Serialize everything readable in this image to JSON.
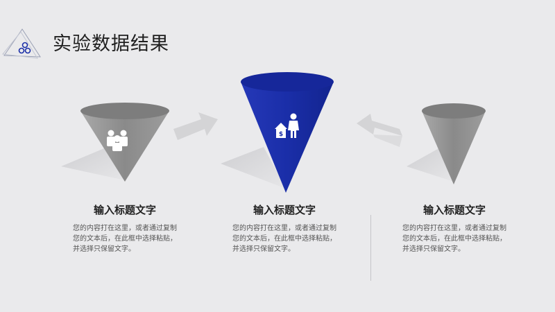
{
  "slide": {
    "title": "实验数据结果"
  },
  "items": [
    {
      "title": "输入标题文字",
      "desc": "您的内容打在这里，或者通过复制您的文本后，在此框中选择粘贴，并选择只保留文字。",
      "icon": "group-people-icon",
      "cone_color": "#8f8f8f"
    },
    {
      "title": "输入标题文字",
      "desc": "您的内容打在这里，或者通过复制您的文本后，在此框中选择粘贴，并选择只保留文字。",
      "icon": "house-person-icon",
      "cone_color": "#1a2ea8"
    },
    {
      "title": "输入标题文字",
      "desc": "您的内容打在这里，或者通过复制您的文本后，在此框中选择粘贴，并选择只保留文字。",
      "icon": "",
      "cone_color": "#8f8f8f"
    }
  ],
  "colors": {
    "accent": "#1a2ea8",
    "gray_cone": "#8f8f8f",
    "background": "#eaeaec"
  }
}
